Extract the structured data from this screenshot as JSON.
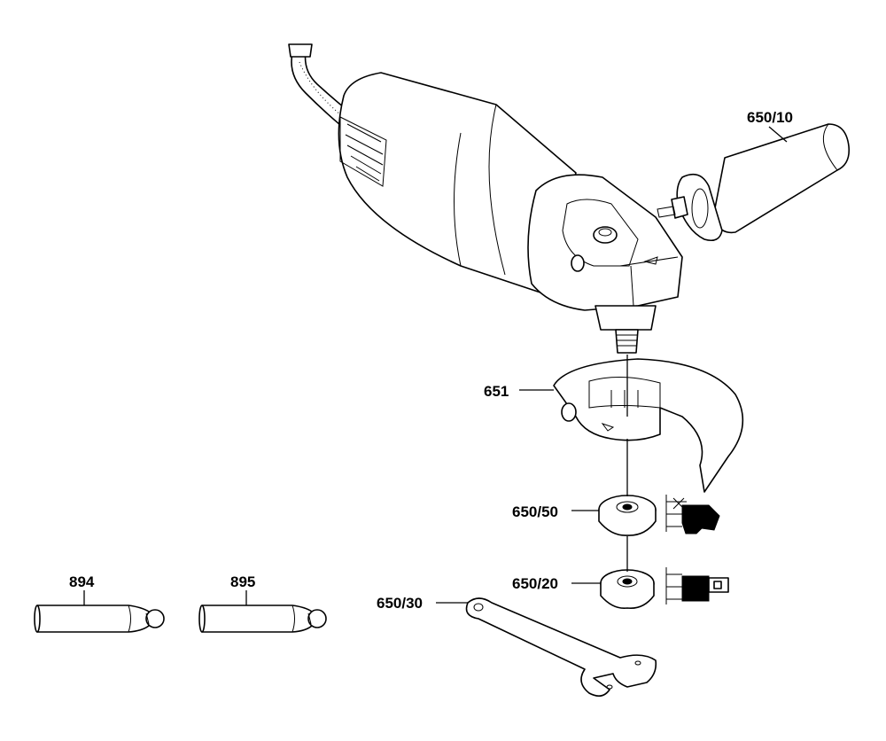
{
  "parts": [
    {
      "id": "handle",
      "label": "650/10"
    },
    {
      "id": "guard",
      "label": "651"
    },
    {
      "id": "flange_nut_top",
      "label": "650/50"
    },
    {
      "id": "flange_nut_bottom",
      "label": "650/20"
    },
    {
      "id": "spanner",
      "label": "650/30"
    },
    {
      "id": "brush_a",
      "label": "894"
    },
    {
      "id": "brush_b",
      "label": "895"
    }
  ]
}
